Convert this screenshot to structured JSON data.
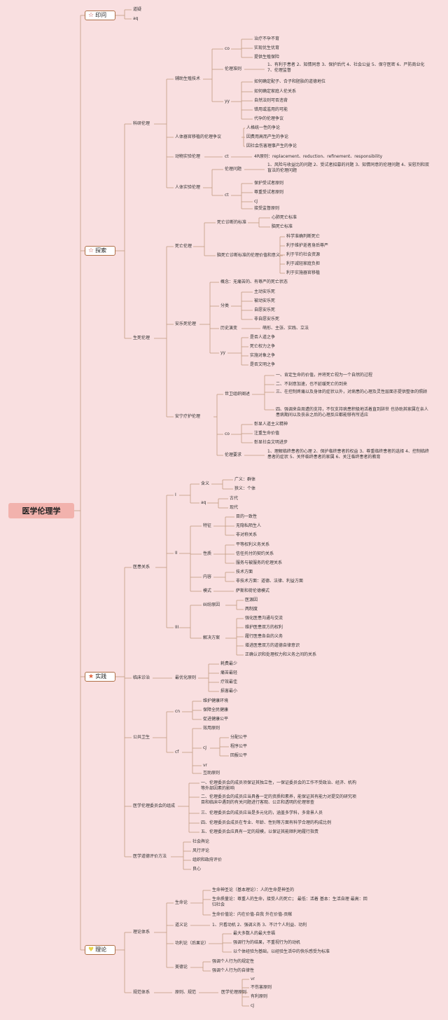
{
  "title": "医学伦理学",
  "categories": [
    {
      "label": "印问",
      "icon": "☆",
      "icon_color": "#c4423c",
      "icon_name": "star-outline-icon"
    },
    {
      "label": "探索",
      "icon": "☆",
      "icon_color": "#c4423c",
      "icon_name": "star-outline-icon"
    },
    {
      "label": "实践",
      "icon": "★",
      "icon_color": "#e0603a",
      "icon_name": "star-filled-icon"
    },
    {
      "label": "理论",
      "icon": "♥",
      "icon_color": "#e8d34a",
      "icon_name": "heart-icon"
    }
  ],
  "nodes": {
    "n001": "道疑",
    "n002": "aq",
    "n010": "科研伦理",
    "n011": "辅助生殖技术",
    "n012": "co",
    "n013": "治疗不孕不育",
    "n014": "实现优生优育",
    "n015": "提供生殖保险",
    "n016": "伦理准则",
    "n017": "1、有利于患者 2、知情同意 3、保护后代 4、社会公益 5、保守医密 6、严防商业化 7、伦理监督",
    "n018": "yy",
    "n019": "如何确定配子、合子和胚胎的道德地位",
    "n020": "如何确定家庭人伦关系",
    "n021": "自然法则可否违背",
    "n022": "错用或滥用的可能",
    "n023": "代孕的伦理争议",
    "n024": "人体器官移植的伦理争议",
    "n025": "人格统一性的争论",
    "n026": "因费用高而产生的争论",
    "n027": "因社会伤害理事产生的争论",
    "n028": "动物实验伦理",
    "n029": "ct",
    "n030": "4R原则：replacement、reduction、refinement、responsibility",
    "n031": "人体实验伦理",
    "n032": "伦理问题",
    "n033": "1、风险与收益比的问题 2、受试者招募的问题 3、知情同意的伦理问题 4、安慰剂和双盲法的伦理问题",
    "n034": "ct",
    "n035": "保护受试者原则",
    "n036": "尊重受试者原则",
    "n037": "cJ",
    "n038": "接受监督原则",
    "n040": "生死伦理",
    "n041": "死亡伦理",
    "n042": "死亡诊断的标准",
    "n043": "心肺死亡标准",
    "n044": "脑死亡标准",
    "n045": "脑死亡诊断标准的伦理价值和意义",
    "n046": "科学准确判断死亡",
    "n047": "利于维护逝者身后尊严",
    "n048": "利于节约社会资源",
    "n049": "利于减轻家庭负担",
    "n050": "利于实施器官移植",
    "n051": "安乐死伦理",
    "n052": "概念：无痛苦的、有尊严的死亡状态",
    "n053": "分类",
    "n054": "主动安乐死",
    "n055": "被动安乐死",
    "n056": "自愿安乐死",
    "n057": "非自愿安乐死",
    "n058": "历史演变",
    "n059": "萌形、主张、实践、立法",
    "n060": "yy",
    "n061": "是否人道之争",
    "n062": "死亡权力之争",
    "n063": "实施对象之争",
    "n064": "是否文明之争",
    "n065": "安宁疗护伦理",
    "n066": "世卫组织阐述",
    "n067": "一、肯定生命的价值，并将死亡视为一个自然的过程",
    "n068": "二、不刻意加速，也不延缓死亡的到来",
    "n069": "三、在控制疼痛以及身体的症状以外，对病患的心理及灵性层面亦提供整体的照顾",
    "n070": "四、强调来自周遭的支持，不仅支持病患积极地活着直到辞世 也协助其家属在亲人患病期间以及丧亲之后的心理反应都能够有所适应",
    "n071": "co",
    "n072": "彰显人道主义精神",
    "n073": "注重生命价值",
    "n074": "彰显社会文明进步",
    "n075": "伦理要求",
    "n076": "1、理解临终患者的心理 2、保护临终患者的权益 3、尊重临终患者的选择 4、控制临终患者的症状 5、关怀临终患者的家属 6、关注临终患者的教育",
    "n080": "医患关系",
    "n081": "I",
    "n082": "含义",
    "n083": "广义：群体",
    "n084": "狭义：个体",
    "n085": "aq",
    "n086": "古代",
    "n087": "现代",
    "n088": "II",
    "n089": "特征",
    "n090": "目的一致性",
    "n091": "无隐私陌生人",
    "n092": "非对称关系",
    "n093": "性质",
    "n094": "平等权利义务关系",
    "n095": "信任托付的契约关系",
    "n096": "服务与被服务的伦理关系",
    "n097": "内容",
    "n098": "技术方面",
    "n099": "非技术方面：道德、法律、利益方面",
    "n100": "模式",
    "n101": "萨斯和荷伦德模式",
    "n102": "III",
    "n103": "纠纷原因",
    "n104": "医源因",
    "n105": "两制度",
    "n106": "解决方案",
    "n107": "强化医患沟通与交流",
    "n108": "维护医患双方的权利",
    "n109": "履行医患各自的义务",
    "n110": "增进医患双方的道德自律意识",
    "n111": "正确认识和处理权力和义务之间的关系",
    "n120": "临床诊治",
    "n121": "最优化原则",
    "n122": "耗费最少",
    "n123": "痛苦最轻",
    "n124": "疗效最佳",
    "n125": "损害最小",
    "n130": "公共卫生",
    "n131": "cn",
    "n132": "维护健康环境",
    "n133": "保障全民健康",
    "n134": "促进健康公平",
    "n135": "cf",
    "n136": "效用原则",
    "n137": "cJ",
    "n138": "分配公平",
    "n139": "程序公平",
    "n140": "回报公平",
    "n141": "vr",
    "n142": "互助原则",
    "n150": "医学伦理委员会的组成",
    "n151": "一、伦理委员会的成员须保证其独立性，一保证委员会的工作不受政治、经济、机构等外部因素的影响",
    "n152": "二、伦理委员会的成员应当具备一定的资质和素养，能保证其有能力对提交的研究项目和临床中遇到的有关问题进行客观、公正和透明的伦理审查",
    "n153": "三、伦理委员会的成员应当是多元化的，涵盖多学科，多背景人员",
    "n154": "四、伦理委员会成员在专业、年龄、性别等方面有科学合理的构成比例",
    "n155": "五、伦理委员会应具有一定的规模，以保证其能顺利地履行指责",
    "n160": "医学道德评价方法",
    "n161": "社会舆论",
    "n162": "风行评论",
    "n163": "组织和政府评价",
    "n164": "良心",
    "n170": "理论体系",
    "n171": "生命论",
    "n172": "生命神圣论（基本理论）：人的生命是神圣的",
    "n173": "生命质量论：尊重人的生命，接受人的死亡；  最低：活着 基本：生活自理 最高：回归社会",
    "n174": "生命价值论：内在价值-自我 外在价值-贡献",
    "n175": "道义论",
    "n176": "1、只看动机 2、强调义务 3、不计个人利益、功利",
    "n177": "功利论（后果论）",
    "n178": "最大多数人的最大幸福",
    "n179": "强调行为的结果，不重视行为的动机",
    "n180": "以个体经验为基础，以经验生活中的快乐感受为标准",
    "n181": "美德论",
    "n182": "强调个人行为的规定性",
    "n183": "强调个人行为的自律性",
    "n190": "规范体系",
    "n191": "原则、规范",
    "n192": "医学伦理原则",
    "n193": "vr",
    "n194": "不伤害原则",
    "n195": "有利原则",
    "n196": "cJ"
  }
}
